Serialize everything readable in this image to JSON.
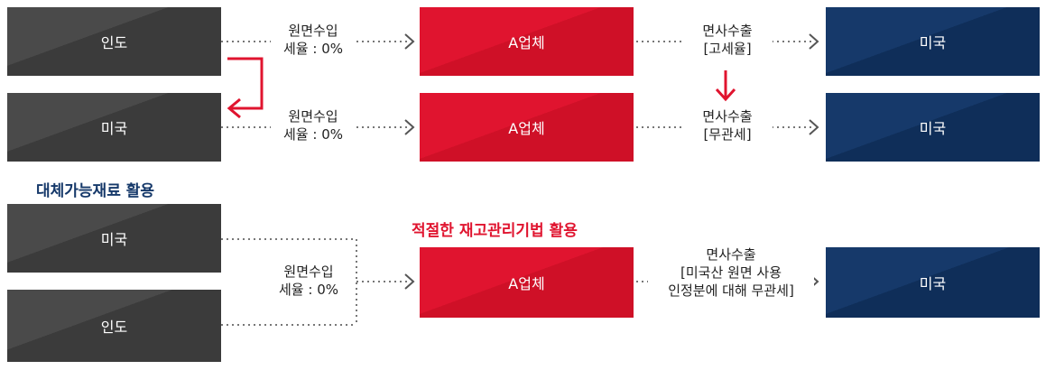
{
  "row1": {
    "source": "인도",
    "import_label": [
      "원면수입",
      "세율 : 0%"
    ],
    "company": "A업체",
    "export_label": [
      "면사수출",
      "[고세율]"
    ],
    "destination": "미국"
  },
  "row2": {
    "source": "미국",
    "import_label": [
      "원면수입",
      "세율 : 0%"
    ],
    "company": "A업체",
    "export_label": [
      "면사수출",
      "[무관세]"
    ],
    "destination": "미국"
  },
  "heading_substitute": "대체가능재료 활용",
  "heading_inventory": "적절한 재고관리기법 활용",
  "row3": {
    "source_top": "미국",
    "source_bottom": "인도",
    "import_label": [
      "원면수입",
      "세율 : 0%"
    ],
    "company": "A업체",
    "export_label": [
      "면사수출",
      "[미국산 원면 사용",
      "인정분에 대해 무관세]"
    ],
    "destination": "미국"
  },
  "colors": {
    "gray_box": "#4a4a4a",
    "red_box": "#e0142f",
    "navy_box": "#16396a",
    "red_arrow": "#e0142f",
    "heading_navy": "#16396a",
    "heading_red": "#e0142f"
  }
}
